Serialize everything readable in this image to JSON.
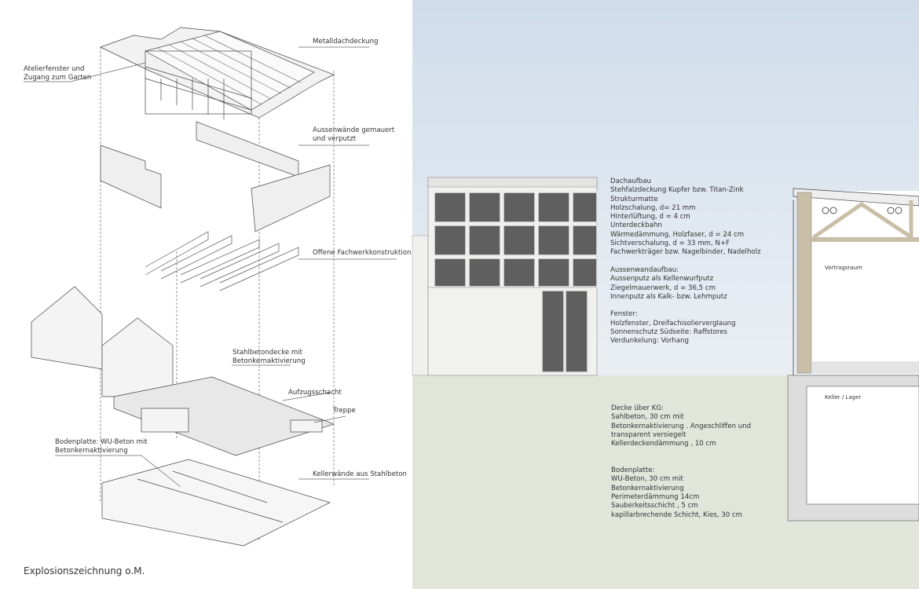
{
  "explosion": {
    "caption": "Explosionszeichnung o.M.",
    "labels": {
      "roof": "Metalldachdeckung",
      "atelier_1": "Atelierfenster und",
      "atelier_2": "Zugang zum Garten",
      "walls_1": "Aussenwände gemauert",
      "walls_2": "und verputzt",
      "truss": "Offene Fachwerkkonstruktion",
      "slab_1": "Stahlbetondecke mit",
      "slab_2": "Betonkernaktivierung",
      "elevator": "Aufzugsschacht",
      "stairs": "Treppe",
      "base_1": "Bodenplatte: WU-Beton mit",
      "base_2": "Betonkernaktivierung",
      "cellar": "Kellerwände aus Stahlbeton"
    }
  },
  "section": {
    "upper_notes": [
      "Dachaufbau",
      "Stehfalzdeckung Kupfer bzw. Titan-Zink",
      "Strukturmatte",
      "Holzschalung, d= 21 mm",
      "Hinterlüftung, d = 4 cm",
      "Unterdeckbahn",
      "Wärmedämmung, Holzfaser, d = 24 cm",
      "Sichtverschalung, d = 33 mm, N+F",
      "Fachwerkträger bzw. Nagelbinder, Nadelholz",
      "",
      "Aussenwandaufbau:",
      "Aussenputz als Kellenwurfputz",
      "Ziegelmauerwerk, d = 36,5 cm",
      "Innenputz als Kalk- bzw. Lehmputz",
      "",
      "Fenster:",
      "Holzfenster, Dreifachisolierverglaung",
      "Sonnenschutz Südseite: Raffstores",
      "Verdunkelung: Vorhang"
    ],
    "lower_notes": [
      "Decke über KG:",
      "Sahlbeton, 30 cm mit",
      "Betonkernaktivierung . Angeschliffen und",
      "transparent versiegelt",
      "Kellerdeckendämmung , 10 cm",
      "",
      "",
      "Bodenplatte:",
      "WU-Beton, 30 cm mit",
      "Betonkernaktivierung",
      "Perimeterdämmung 14cm",
      "Sauberkeitsschicht , 5 cm",
      "kapillarbrechende Schicht, Kies, 30 cm"
    ],
    "rooms": {
      "upper": "Vortragsraum",
      "lower": "Keller / Lager"
    }
  },
  "colors": {
    "sky": "#d8e3ee",
    "ground": "#e1e5da",
    "timber": "#c9bfa9",
    "glass": "#5f5f5f"
  }
}
